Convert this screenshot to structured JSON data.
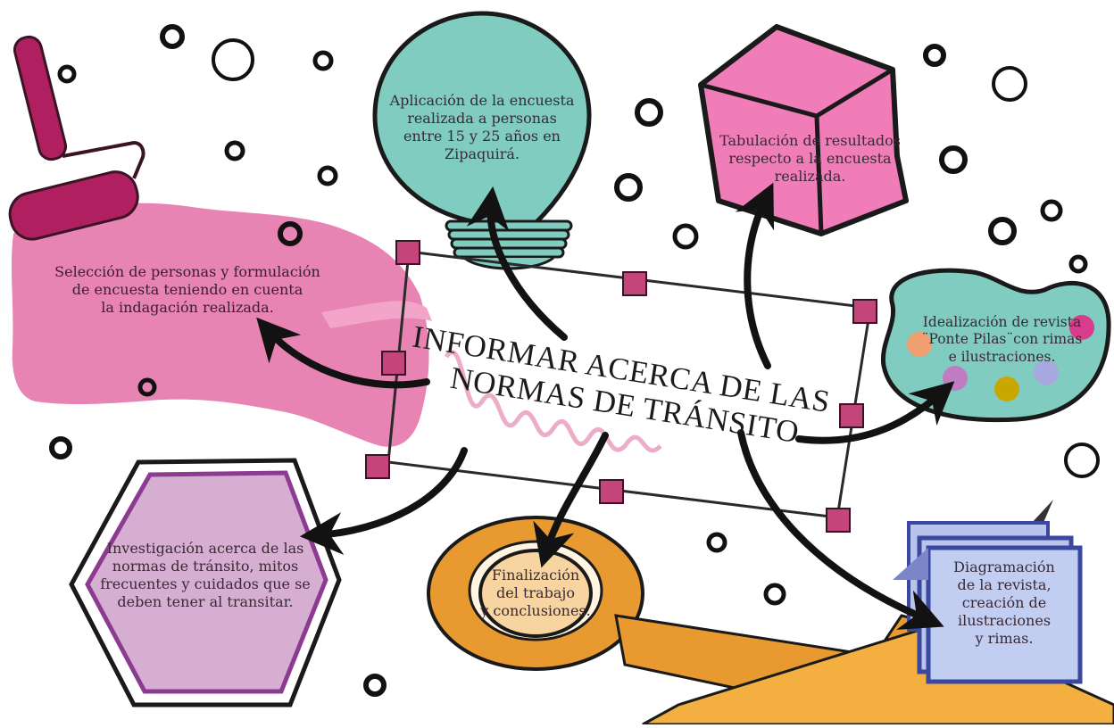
{
  "central": {
    "line1": "INFORMAR ACERCA DE LAS",
    "line2": "NORMAS DE TRÁNSITO"
  },
  "nodes": {
    "bulb": {
      "lines": [
        "Aplicación de la encuesta",
        "realizada a personas",
        "entre 15 y 25 años en",
        "Zipaquirá."
      ]
    },
    "cube": {
      "lines": [
        "Tabulación de resultados",
        "respecto a la encuesta",
        "realizada."
      ]
    },
    "brush": {
      "lines": [
        "Selección de personas y formulación",
        "de encuesta teniendo en cuenta",
        "la indagación realizada."
      ]
    },
    "palette": {
      "lines": [
        "Idealización de revista",
        "¨Ponte Pilas¨con rimas",
        "e ilustraciones."
      ]
    },
    "hexagon": {
      "lines": [
        "Investigación acerca de las",
        "normas de tránsito, mitos",
        "frecuentes y cuidados que se",
        "deben tener al transitar."
      ]
    },
    "scissors": {
      "lines": [
        "Finalización",
        "del trabajo",
        "y conclusiones."
      ]
    },
    "documents": {
      "lines": [
        "Diagramación",
        "de la revista,",
        "creación de",
        "ilustraciones",
        "y rimas."
      ]
    }
  },
  "colors": {
    "pink": "#e884b4",
    "magenta": "#c4457c",
    "teal": "#80ccc0",
    "purple": "#8c3c90",
    "lavender": "#d5aed2",
    "orange": "#e89a30",
    "blue": "#b8c4ec",
    "dark": "#1a1416"
  }
}
